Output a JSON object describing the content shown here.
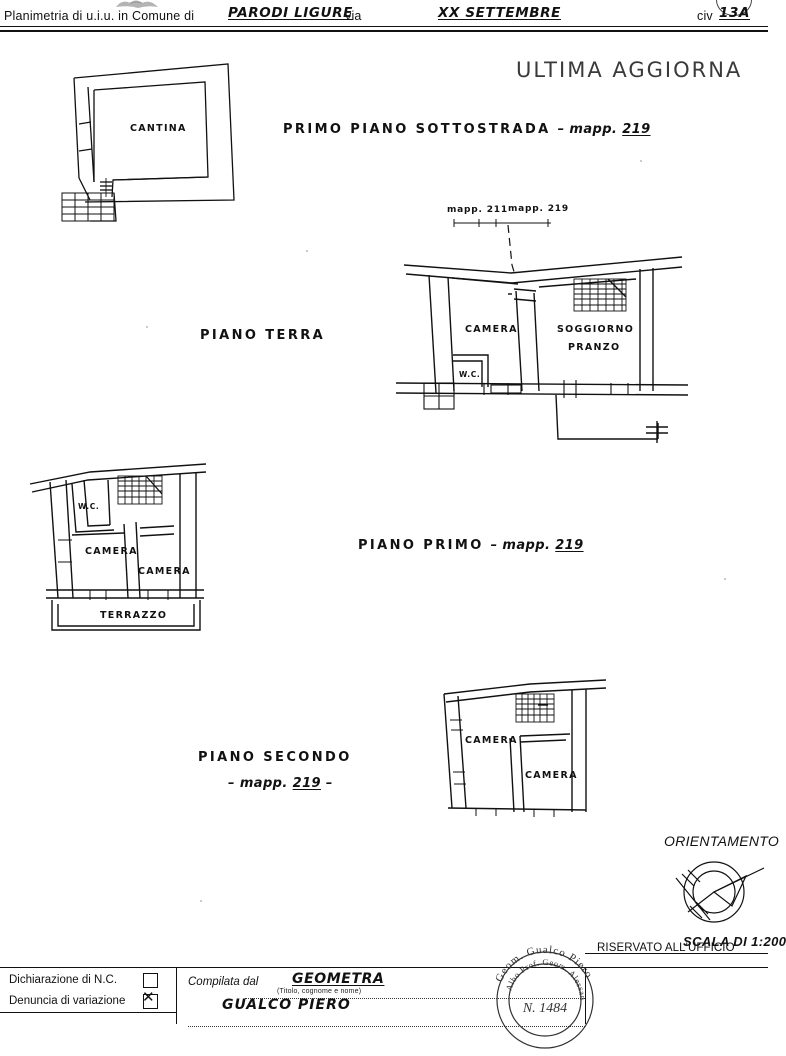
{
  "document": {
    "type": "cadastral-planimetry",
    "header": {
      "prefix": "Planimetria di u.i.u. in Comune di",
      "comune": "PARODI LIGURE",
      "via_label": "via",
      "via": "XX SETTEMBRE",
      "civ_label": "civ",
      "civ": "13A"
    },
    "annotation": {
      "ultima_aggiornamento": "ULTIMA AGGIORNA"
    }
  },
  "floors": [
    {
      "id": "sottostrada",
      "title": "PRIMO  PIANO  SOTTOSTRADA",
      "mapp_prefix": "– mapp.",
      "mapp": "219",
      "rooms": [
        {
          "name": "CANTINA"
        }
      ],
      "features": [
        "staircase"
      ]
    },
    {
      "id": "terra",
      "title": "PIANO   TERRA",
      "mapp_prefix": "",
      "mapp": "",
      "parcel_left": "mapp. 211",
      "parcel_right": "mapp. 219",
      "rooms": [
        {
          "name": "CAMERA"
        },
        {
          "name": "W.C."
        },
        {
          "name": "SOGGIORNO"
        },
        {
          "name": "PRANZO"
        }
      ],
      "features": [
        "staircase"
      ]
    },
    {
      "id": "primo",
      "title": "PIANO   PRIMO",
      "mapp_prefix": "– mapp.",
      "mapp": "219",
      "rooms": [
        {
          "name": "W.C."
        },
        {
          "name": "CAMERA"
        },
        {
          "name": "CAMERA"
        },
        {
          "name": "TERRAZZO"
        }
      ],
      "features": [
        "staircase"
      ]
    },
    {
      "id": "secondo",
      "title": "PIANO   SECONDO",
      "mapp_prefix": "– mapp.",
      "mapp": "219",
      "mapp_suffix": "–",
      "rooms": [
        {
          "name": "CAMERA"
        },
        {
          "name": "CAMERA"
        }
      ],
      "features": [
        "staircase"
      ]
    }
  ],
  "orientation": {
    "label": "ORIENTAMENTO",
    "scale_label": "SCALA DI 1:200"
  },
  "form": {
    "left": {
      "row1_label": "Dichiarazione di N.C.",
      "row1_checked": false,
      "row2_label": "Denuncia di  variazione",
      "row2_checked": true
    },
    "middle": {
      "compiled_by_label": "Compilata dal",
      "compiled_by_value": "GEOMETRA",
      "caption": "(Titolo, cognome e nome)",
      "name_value": "GUALCO      PIERO"
    },
    "right": {
      "reserved_label": "RISERVATO ALL'UFFICIO"
    },
    "stamp": {
      "line1": "Geom.  Gualco  Piero",
      "line2": "Albo Prof. Geom. Alessandria",
      "line3": "N. 1484"
    }
  }
}
